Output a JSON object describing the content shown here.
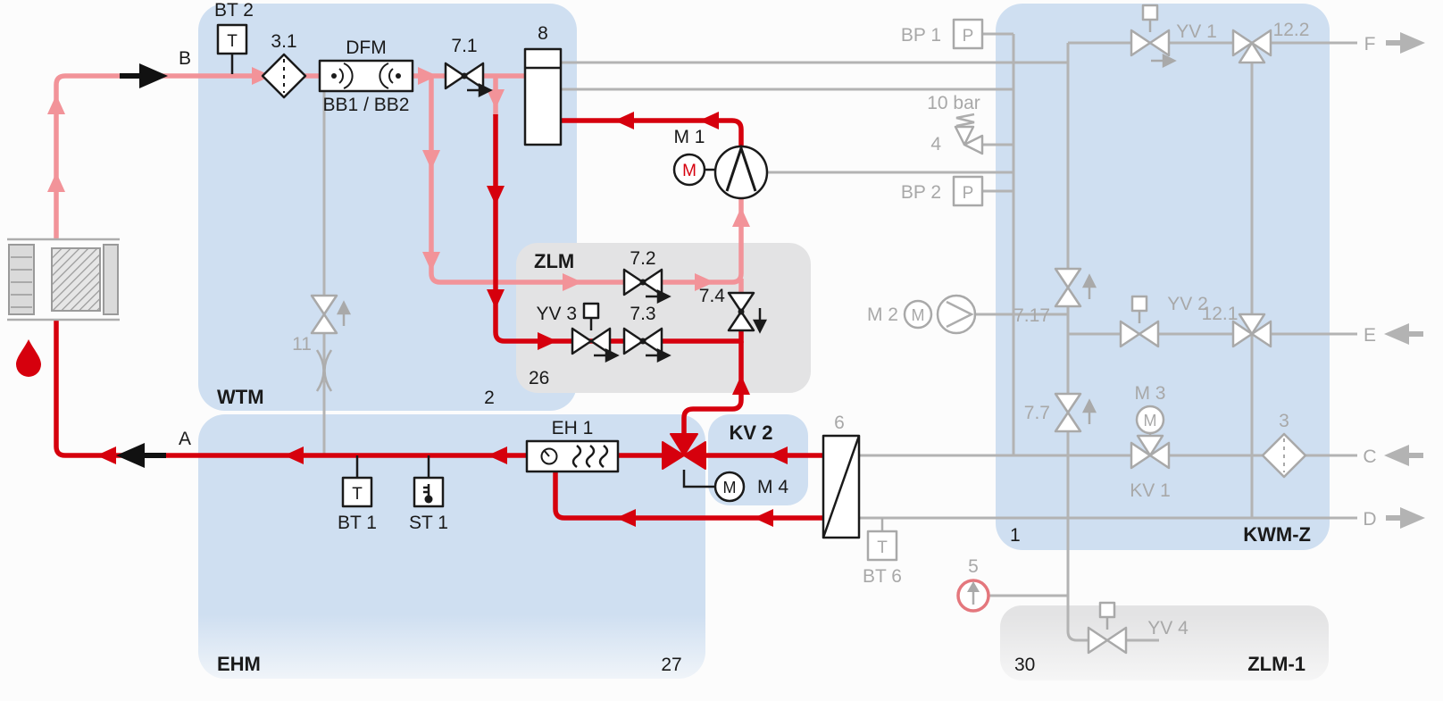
{
  "blocks": {
    "wtm": {
      "label": "WTM",
      "number": "2"
    },
    "ehm": {
      "label": "EHM",
      "number": "27"
    },
    "zlm": {
      "label": "ZLM",
      "number": "26"
    },
    "kv2": {
      "label": "KV 2"
    },
    "kwmz": {
      "label": "KWM-Z",
      "number": "1"
    },
    "zlm1": {
      "label": "ZLM-1",
      "number": "30"
    }
  },
  "ports": {
    "a": "A",
    "b": "B",
    "c": "C",
    "d": "D",
    "e": "E",
    "f": "F"
  },
  "components": {
    "bt2": {
      "label": "BT 2",
      "glyph": "T"
    },
    "filter_3_1": {
      "label": "3.1"
    },
    "dfm": {
      "label": "DFM",
      "sublabel": "BB1 / BB2"
    },
    "valve_7_1": {
      "label": "7.1"
    },
    "vessel_8": {
      "label": "8"
    },
    "pump_m1": {
      "label": "M 1",
      "glyph": "M"
    },
    "valve_7_2": {
      "label": "7.2"
    },
    "valve_yv3": {
      "label": "YV 3"
    },
    "valve_7_3": {
      "label": "7.3"
    },
    "valve_7_4": {
      "label": "7.4"
    },
    "valve_11": {
      "label": "11"
    },
    "bt1": {
      "label": "BT 1",
      "glyph": "T"
    },
    "st1": {
      "label": "ST 1"
    },
    "heater_eh1": {
      "label": "EH 1"
    },
    "motor_m4": {
      "label": "M 4",
      "glyph": "M"
    },
    "hx_6": {
      "label": "6"
    },
    "bt6": {
      "label": "BT 6",
      "glyph": "T"
    },
    "gauge_5": {
      "label": "5"
    },
    "bp1": {
      "label": "BP 1",
      "glyph": "P"
    },
    "bp2": {
      "label": "BP 2",
      "glyph": "P"
    },
    "safety_4": {
      "label": "4",
      "setpoint": "10 bar"
    },
    "valve_yv1": {
      "label": "YV 1"
    },
    "valve_12_2": {
      "label": "12.2"
    },
    "pump_m2": {
      "label": "M 2",
      "glyph": "M"
    },
    "valve_7_17": {
      "label": "7.17"
    },
    "valve_yv2": {
      "label": "YV 2"
    },
    "valve_12_1": {
      "label": "12.1"
    },
    "valve_7_7": {
      "label": "7.7"
    },
    "motor_m3": {
      "label": "M 3",
      "glyph": "M"
    },
    "valve_kv1": {
      "label": "KV 1"
    },
    "filter_3": {
      "label": "3"
    },
    "valve_yv4": {
      "label": "YV 4"
    }
  },
  "colors": {
    "supply_line": "#f29399",
    "return_line": "#d6000d",
    "inactive_line": "#b3b3b3",
    "inactive_text": "#a8a8a8",
    "module_blue": "#cfdff1",
    "module_gray": "#e3e3e4"
  }
}
